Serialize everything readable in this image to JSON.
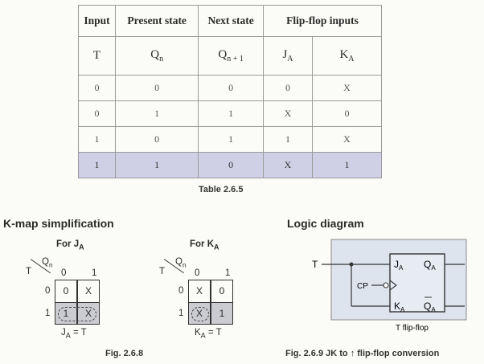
{
  "table": {
    "headers": [
      "Input",
      "Present state",
      "Next state",
      "Flip-flop inputs"
    ],
    "symbols": {
      "t": "T",
      "qn": "Q",
      "qn_sub": "n",
      "qn1": "Q",
      "qn1_sub": "n + 1",
      "ja": "J",
      "ja_sub": "A",
      "ka": "K",
      "ka_sub": "A"
    },
    "rows": [
      [
        "0",
        "0",
        "0",
        "0",
        "X"
      ],
      [
        "0",
        "1",
        "1",
        "X",
        "0"
      ],
      [
        "1",
        "0",
        "1",
        "1",
        "X"
      ],
      [
        "1",
        "1",
        "0",
        "X",
        "1"
      ]
    ],
    "caption": "Table 2.6.5"
  },
  "kmap_section": {
    "heading": "K-map simplification",
    "ja_map": {
      "title": "For J",
      "title_sub": "A",
      "row_var": "T",
      "col_var": "Q",
      "col_var_sub": "n",
      "col_labels": [
        "0",
        "1"
      ],
      "row_labels": [
        "0",
        "1"
      ],
      "cells": [
        [
          "0",
          "X"
        ],
        [
          "1",
          "X"
        ]
      ],
      "equation": "J",
      "equation_sub": "A",
      "equation_rhs": " = T"
    },
    "ka_map": {
      "title": "For K",
      "title_sub": "A",
      "row_var": "T",
      "col_var": "Q",
      "col_var_sub": "n",
      "col_labels": [
        "0",
        "1"
      ],
      "row_labels": [
        "0",
        "1"
      ],
      "cells": [
        [
          "X",
          "0"
        ],
        [
          "X",
          "1"
        ]
      ],
      "equation": "K",
      "equation_sub": "A",
      "equation_rhs": " = T"
    },
    "caption": "Fig. 2.6.8"
  },
  "logic_section": {
    "heading": "Logic diagram",
    "input_label": "T",
    "clock_label": "CP",
    "pin_j": "J",
    "pin_j_sub": "A",
    "pin_k": "K",
    "pin_k_sub": "A",
    "out_q": "Q",
    "out_q_sub": "A",
    "out_qbar": "Q",
    "out_qbar_sub": "A",
    "block_label": "T flip-flop",
    "caption_prefix": "Fig. 2.6.9 JK to ",
    "caption_arrow": "↑",
    "caption_suffix": " flip-flop conversion"
  },
  "colors": {
    "highlight_row": "#cfd0e6",
    "kmap_shade": "#cbcbd2",
    "diagram_bg": "#dde4ee"
  }
}
